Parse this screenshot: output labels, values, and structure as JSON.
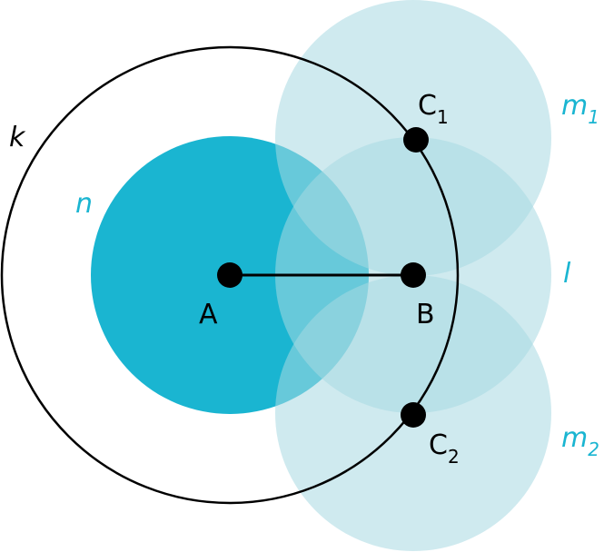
{
  "colors": {
    "circle_n_fill": "#1ab5d1",
    "light_circle_fill": "#a8d8e2",
    "circle_k_stroke": "#000000",
    "label_teal": "#1ab5d1",
    "point_fill": "#000000"
  },
  "labels": {
    "k": "k",
    "n": "n",
    "l": "l",
    "m1_main": "m",
    "m1_sub": "1",
    "m2_main": "m",
    "m2_sub": "2",
    "A": "A",
    "B": "B",
    "C1_main": "C",
    "C1_sub": "1",
    "C2_main": "C",
    "C2_sub": "2"
  }
}
